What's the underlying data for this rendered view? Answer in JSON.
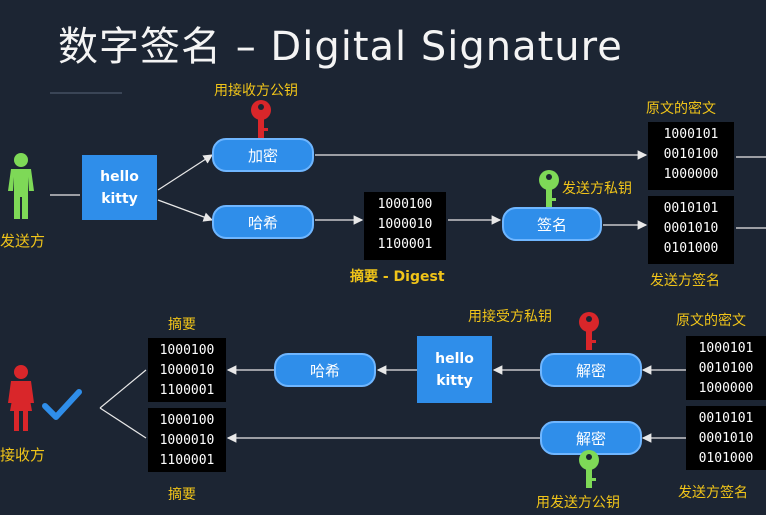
{
  "title": "数字签名 – Digital Signature",
  "roles": {
    "sender": "发送方",
    "receiver": "接收方"
  },
  "message": {
    "line1": "hello",
    "line2": "kitty"
  },
  "steps": {
    "encrypt": "加密",
    "hash_top": "哈希",
    "sign": "签名",
    "hash_bottom": "哈希",
    "decrypt_1": "解密",
    "decrypt_2": "解密"
  },
  "labels": {
    "receiver_public_key": "用接收方公钥",
    "ciphertext_top": "原文的密文",
    "sender_private_key": "发送方私钥",
    "digest": "摘要 - Digest",
    "signature_top": "发送方签名",
    "digest_top": "摘要",
    "receiver_private_key": "用接受方私钥",
    "ciphertext_bottom": "原文的密文",
    "digest_bottom": "摘要",
    "sender_public_key": "用发送方公钥",
    "signature_bottom": "发送方签名"
  },
  "binary": {
    "ciphertext_top": [
      "1000101",
      "0010100",
      "1000000"
    ],
    "digest_mid": [
      "1000100",
      "1000010",
      "1100001"
    ],
    "signature_top": [
      "0010101",
      "0001010",
      "0101000"
    ],
    "digest_left_a": [
      "1000100",
      "1000010",
      "1100001"
    ],
    "digest_left_b": [
      "1000100",
      "1000010",
      "1100001"
    ],
    "ciphertext_bottom": [
      "1000101",
      "0010100",
      "1000000"
    ],
    "signature_bottom": [
      "0010101",
      "0001010",
      "0101000"
    ]
  },
  "colors": {
    "background": "#1c2533",
    "accent_blue": "#2f8eea",
    "label_yellow": "#f0c419",
    "key_red": "#d9262a",
    "key_green": "#7ed957",
    "check_blue": "#2f8eea"
  },
  "icons": [
    "person-green-icon",
    "person-red-icon",
    "key-red-icon",
    "key-green-icon",
    "checkmark-icon"
  ]
}
